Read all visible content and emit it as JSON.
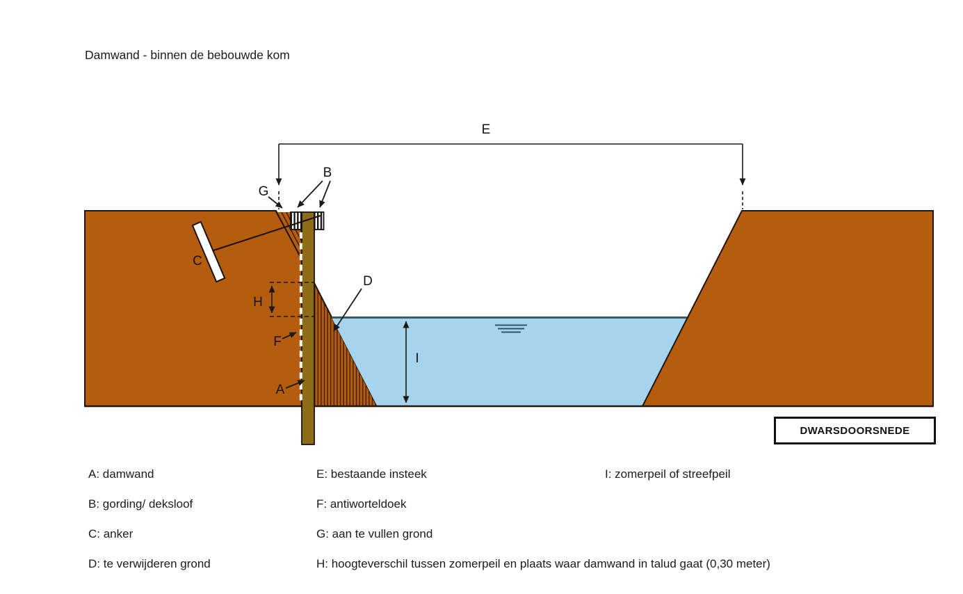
{
  "title": "Damwand - binnen de bebouwde kom",
  "caption_box": {
    "label": "DWARSDOORSNEDE"
  },
  "diagram": {
    "labels": {
      "A": "A",
      "B": "B",
      "C": "C",
      "D": "D",
      "E": "E",
      "F": "F",
      "G": "G",
      "H": "H",
      "I": "I"
    }
  },
  "legend": {
    "items": [
      {
        "key": "A",
        "text": "A: damwand"
      },
      {
        "key": "B",
        "text": "B: gording/ deksloof"
      },
      {
        "key": "C",
        "text": "C: anker"
      },
      {
        "key": "D",
        "text": "D: te verwijderen grond"
      },
      {
        "key": "E",
        "text": "E: bestaande insteek"
      },
      {
        "key": "F",
        "text": "F: antiworteldoek"
      },
      {
        "key": "G",
        "text": "G: aan te vullen grond"
      },
      {
        "key": "H",
        "text": "H: hoogteverschil tussen zomerpeil en plaats waar damwand in talud gaat (0,30 meter)"
      },
      {
        "key": "I",
        "text": "I: zomerpeil of streefpeil"
      }
    ]
  },
  "colors": {
    "earth": "#b55c0f",
    "sheet_pile_wall": "#8f6d18",
    "water": "#a6d4ec",
    "water_line": "#3d5a68",
    "outline": "#1a1a1a",
    "anchor_plate": "#ffffff"
  }
}
